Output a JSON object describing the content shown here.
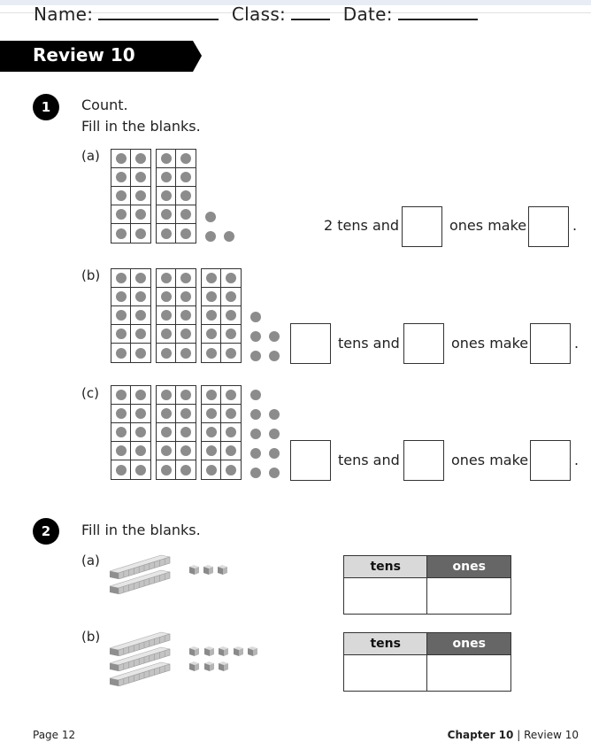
{
  "header": {
    "name_label": "Name:",
    "class_label": "Class:",
    "date_label": "Date:"
  },
  "banner": {
    "title": "Review 10"
  },
  "question1": {
    "number": "1",
    "instruction_1": "Count.",
    "instruction_2": "Fill in the blanks.",
    "parts": [
      {
        "label": "(a)",
        "ten_frames": 2,
        "loose_counters": 3,
        "prefix": "2 tens and",
        "middle": "ones make",
        "end": "."
      },
      {
        "label": "(b)",
        "ten_frames": 3,
        "loose_counters": 5,
        "middle_1": "tens and",
        "middle_2": "ones make",
        "end": "."
      },
      {
        "label": "(c)",
        "ten_frames": 3,
        "loose_counters": 9,
        "middle_1": "tens and",
        "middle_2": "ones make",
        "end": "."
      }
    ]
  },
  "question2": {
    "number": "2",
    "instruction": "Fill in the blanks.",
    "parts": [
      {
        "label": "(a)",
        "tens_rods": 2,
        "unit_cubes": 3,
        "table_headers": [
          "tens",
          "ones"
        ]
      },
      {
        "label": "(b)",
        "tens_rods": 3,
        "unit_cubes": 8,
        "table_headers": [
          "tens",
          "ones"
        ]
      }
    ]
  },
  "footer": {
    "page": "Page 12",
    "chapter": "Chapter 10",
    "separator": "|",
    "section": "Review 10"
  },
  "colors": {
    "counter": "#8c8c8c",
    "tens_header": "#d9d9d9",
    "ones_header": "#666666",
    "banner": "#000000"
  }
}
